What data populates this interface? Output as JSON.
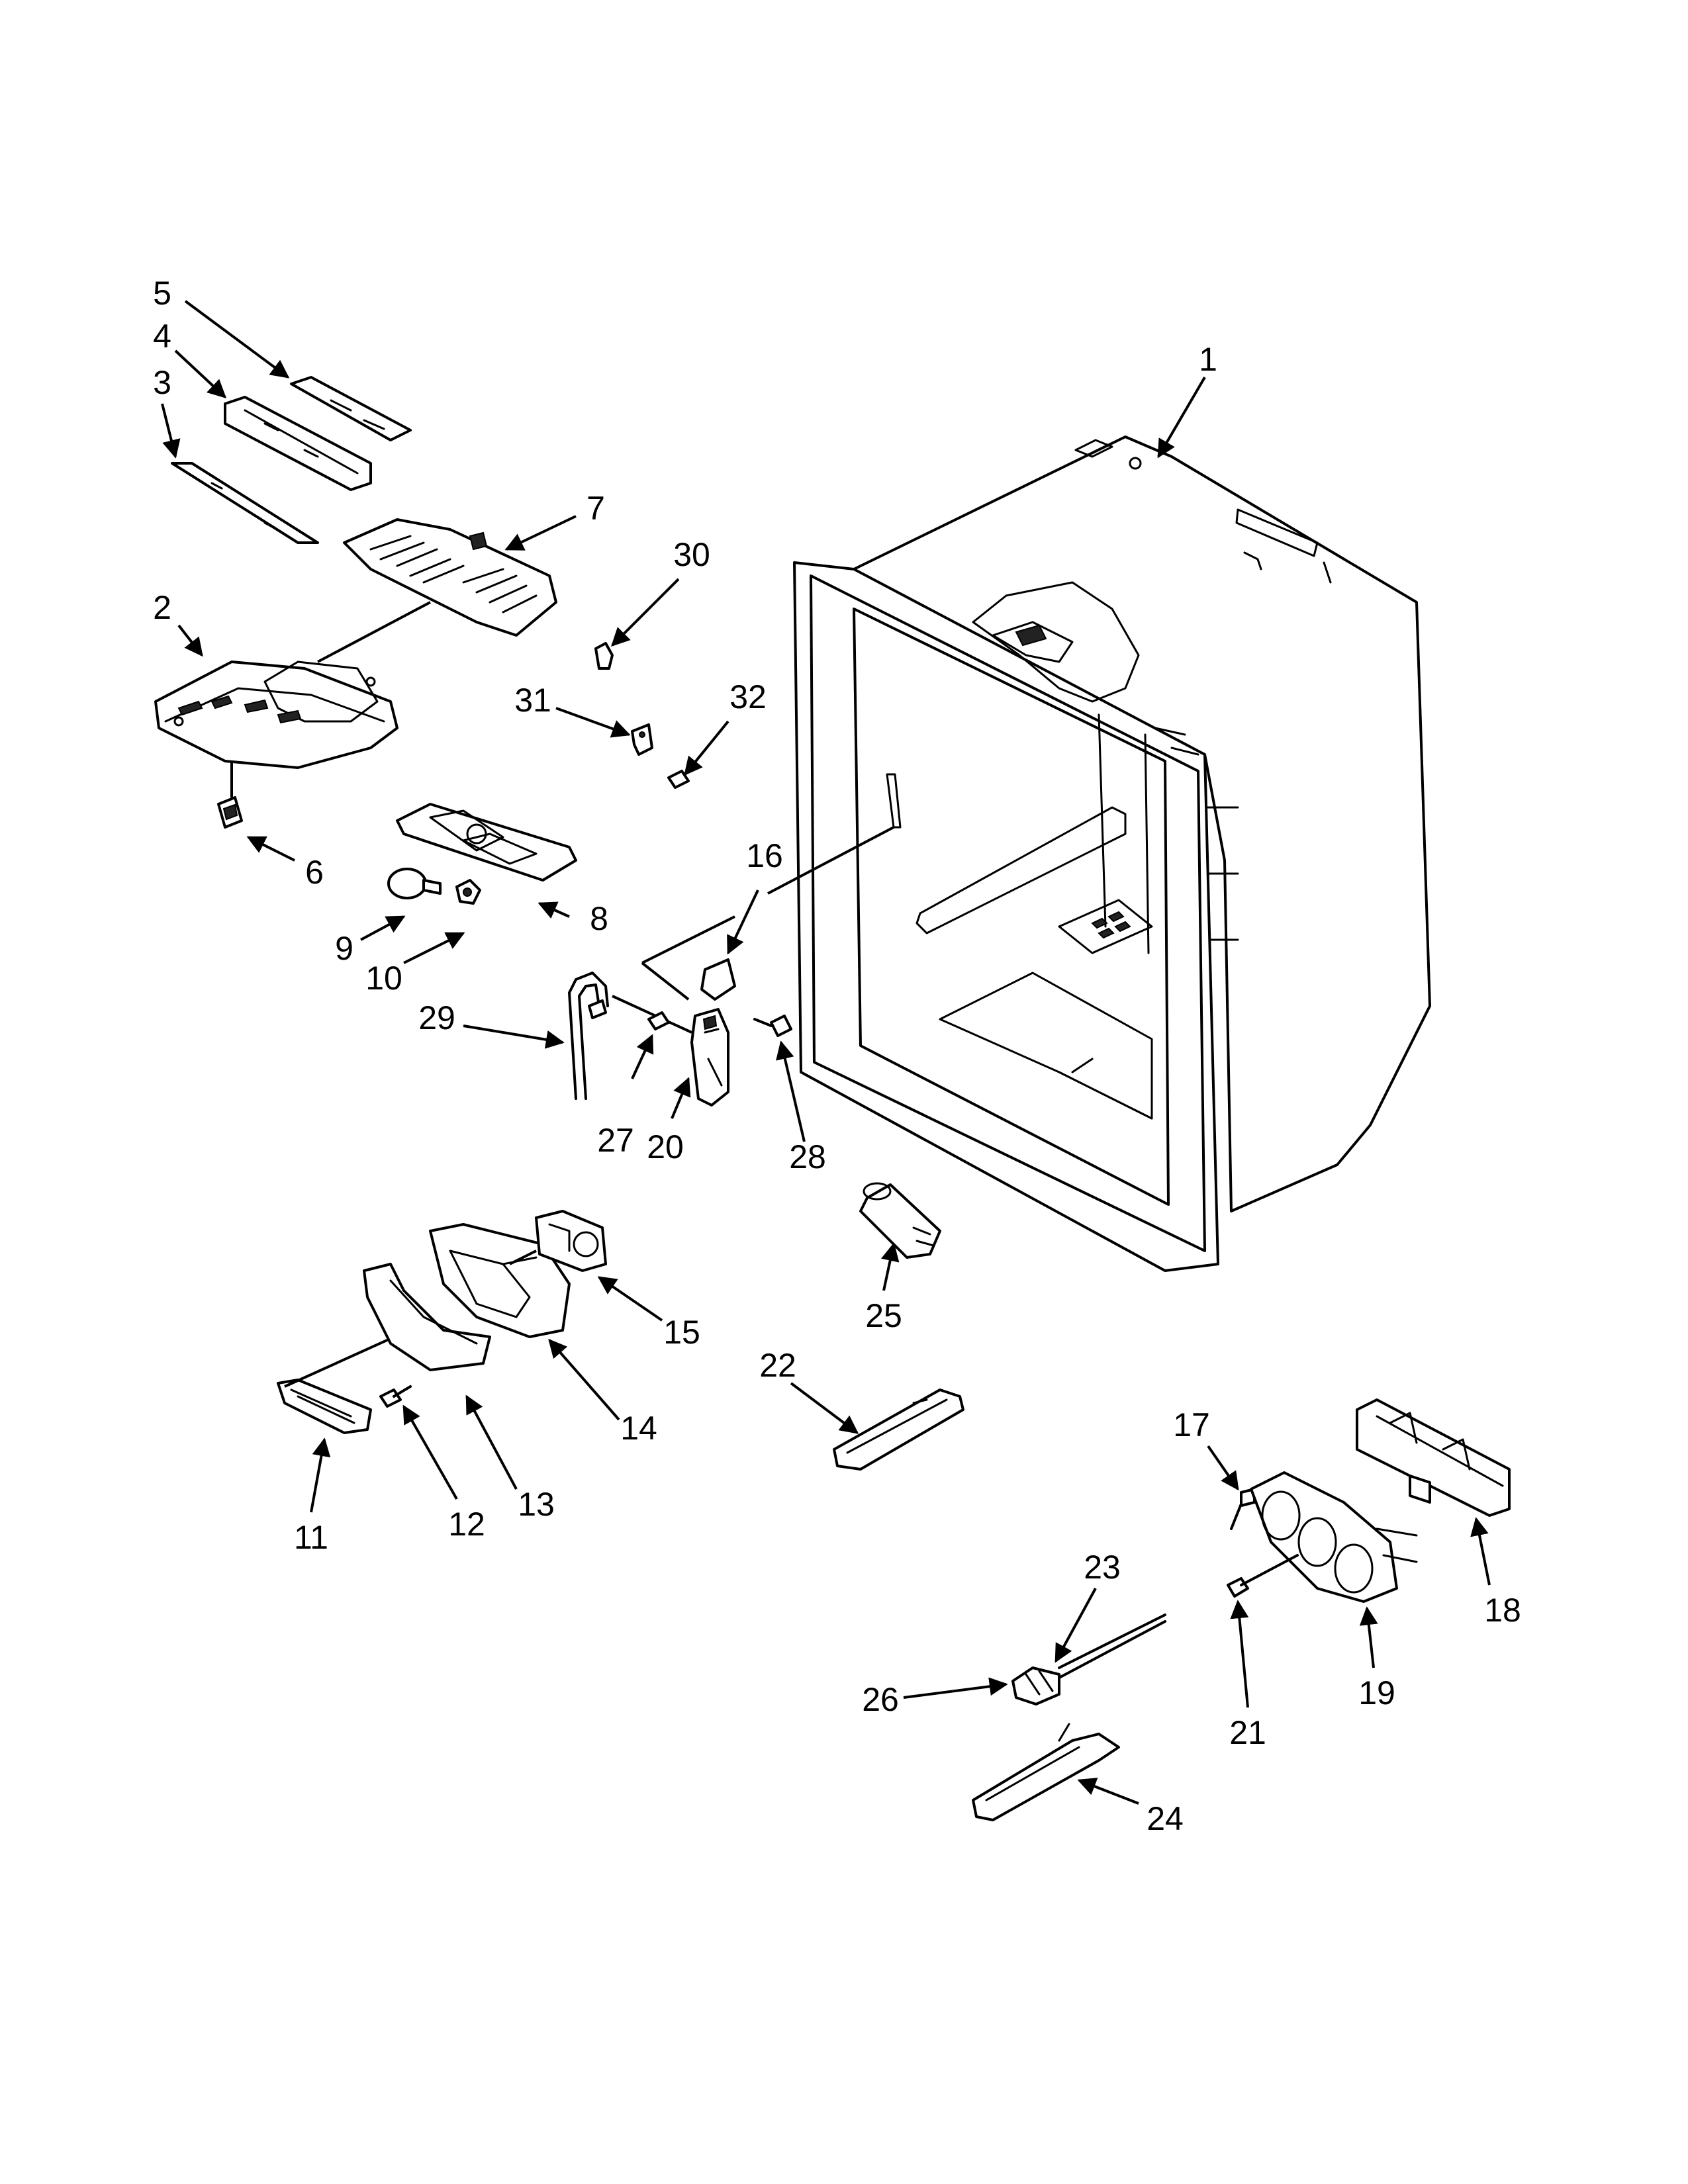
{
  "callouts": {
    "c1": "1",
    "c2": "2",
    "c3": "3",
    "c4": "4",
    "c5": "5",
    "c6": "6",
    "c7": "7",
    "c8": "8",
    "c9": "9",
    "c10": "10",
    "c11": "11",
    "c12": "12",
    "c13": "13",
    "c14": "14",
    "c15": "15",
    "c16": "16",
    "c17": "17",
    "c18": "18",
    "c19": "19",
    "c20": "20",
    "c21": "21",
    "c22": "22",
    "c23": "23",
    "c24": "24",
    "c25": "25",
    "c26": "26",
    "c27": "27",
    "c28": "28",
    "c29": "29",
    "c30": "30",
    "c31": "31",
    "c32": "32"
  },
  "colors": {
    "line": "#000000",
    "background": "#ffffff"
  }
}
